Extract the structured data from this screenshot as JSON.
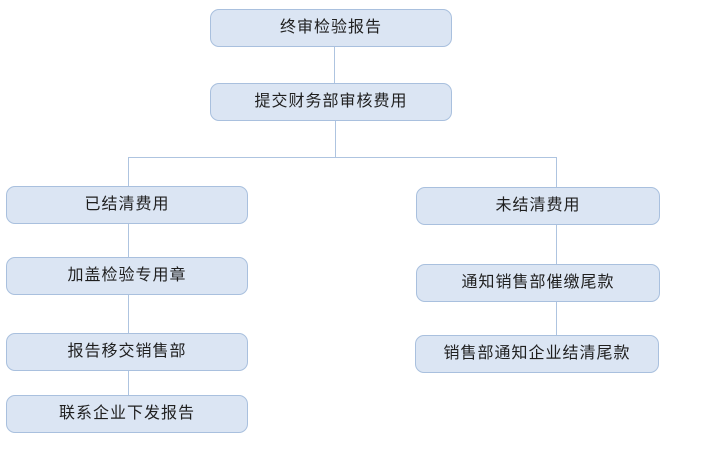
{
  "flowchart": {
    "nodes": [
      {
        "id": "final-inspection-report",
        "label": "终审检验报告"
      },
      {
        "id": "submit-finance-review",
        "label": "提交财务部审核费用"
      },
      {
        "id": "fees-settled",
        "label": "已结清费用"
      },
      {
        "id": "stamp-inspection-seal",
        "label": "加盖检验专用章"
      },
      {
        "id": "report-to-sales-dept",
        "label": "报告移交销售部"
      },
      {
        "id": "contact-enterprise-issue",
        "label": "联系企业下发报告"
      },
      {
        "id": "fees-unsettled",
        "label": "未结清费用"
      },
      {
        "id": "notify-sales-collect-balance",
        "label": "通知销售部催缴尾款"
      },
      {
        "id": "sales-notify-enterprise-pay",
        "label": "销售部通知企业结清尾款"
      }
    ],
    "edges": [
      {
        "from": "final-inspection-report",
        "to": "submit-finance-review"
      },
      {
        "from": "submit-finance-review",
        "to": "fees-settled"
      },
      {
        "from": "submit-finance-review",
        "to": "fees-unsettled"
      },
      {
        "from": "fees-settled",
        "to": "stamp-inspection-seal"
      },
      {
        "from": "stamp-inspection-seal",
        "to": "report-to-sales-dept"
      },
      {
        "from": "report-to-sales-dept",
        "to": "contact-enterprise-issue"
      },
      {
        "from": "fees-unsettled",
        "to": "notify-sales-collect-balance"
      },
      {
        "from": "notify-sales-collect-balance",
        "to": "sales-notify-enterprise-pay"
      }
    ],
    "colors": {
      "node_fill": "#dbe5f3",
      "node_border": "#a9c0de",
      "connector": "#aec4e0",
      "text": "#1f1f1f",
      "background": "#ffffff"
    }
  }
}
